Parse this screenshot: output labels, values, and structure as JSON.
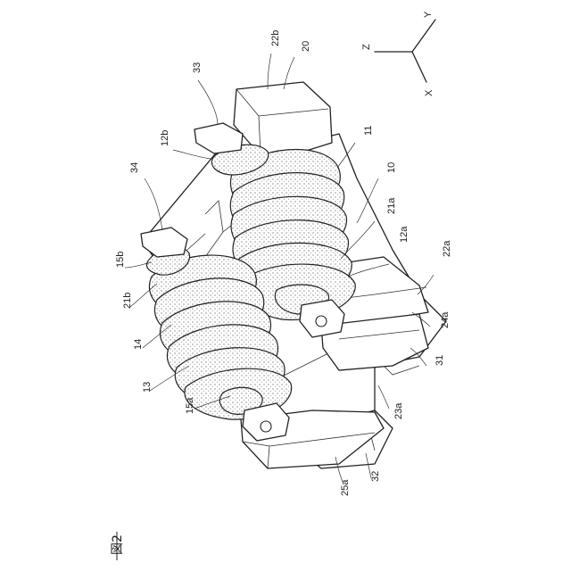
{
  "figure": {
    "caption": "図2",
    "axes": {
      "x": "X",
      "y": "Y",
      "z": "Z"
    },
    "labels": [
      "20",
      "22b",
      "33",
      "12b",
      "34",
      "11",
      "10",
      "21a",
      "12a",
      "22a",
      "15b",
      "21b",
      "14",
      "13",
      "15a",
      "24a",
      "31",
      "23a",
      "25a",
      "32"
    ]
  }
}
